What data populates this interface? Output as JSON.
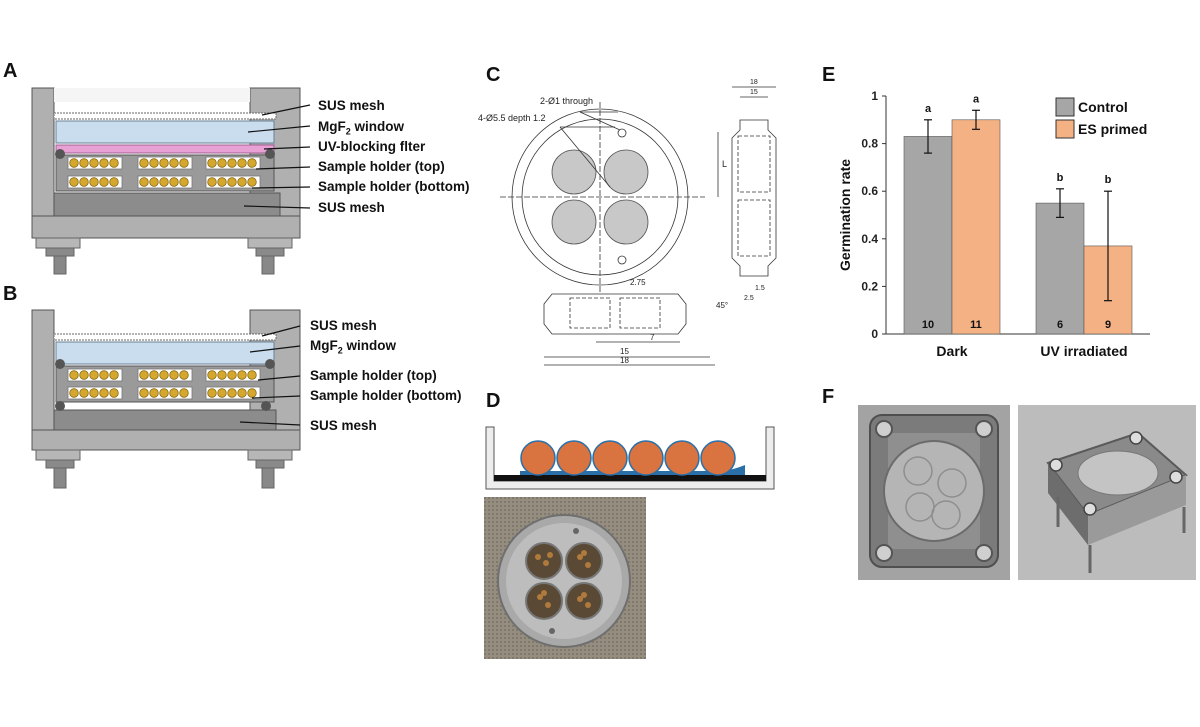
{
  "panels": {
    "a": {
      "letter": "A",
      "labels": [
        "SUS mesh",
        "MgF",
        "2",
        " window",
        "UV-blocking flter",
        "Sample holder (top)",
        "Sample holder (bottom)",
        "SUS mesh"
      ]
    },
    "b": {
      "letter": "B",
      "labels": [
        "SUS mesh",
        "MgF",
        "2",
        " window",
        "Sample holder (top)",
        "Sample holder (bottom)",
        "SUS mesh"
      ]
    },
    "c": {
      "letter": "C",
      "annotations": {
        "through": "2-Ø1 through",
        "depth": "4-Ø5.5 depth 1.2",
        "offset": "2.75",
        "angle": "45°",
        "l": "L",
        "d7": "7",
        "d15": "15",
        "d18": "18",
        "d25": "2.5",
        "d15b": "1.5",
        "top1": "15",
        "top2": "18"
      }
    },
    "d": {
      "letter": "D"
    },
    "e": {
      "letter": "E"
    },
    "f": {
      "letter": "F"
    }
  },
  "chart_data": {
    "type": "bar",
    "categories": [
      "Dark",
      "UV irradiated"
    ],
    "series": [
      {
        "name": "Control",
        "values": [
          0.83,
          0.55
        ],
        "errors": [
          0.07,
          0.06
        ],
        "n": [
          "10",
          "6"
        ],
        "sig": [
          "a",
          "b"
        ],
        "color": "#a6a6a6"
      },
      {
        "name": "ES primed",
        "values": [
          0.9,
          0.37
        ],
        "errors": [
          0.04,
          0.23
        ],
        "n": [
          "11",
          "9"
        ],
        "sig": [
          "a",
          "b"
        ],
        "color": "#f4b183"
      }
    ],
    "ylabel": "Germination rate",
    "ylim": [
      0,
      1
    ],
    "yticks": [
      "0",
      "0.2",
      "0.4",
      "0.6",
      "0.8",
      "1"
    ],
    "legend_position": "top-right"
  },
  "colors": {
    "grey_frame": "#a9a9a9",
    "window": "#c9ddef",
    "filter": "#e7a1d4",
    "seed": "#d4a82f",
    "seed_ring": "#c8702f",
    "seed_fill": "#d9733f"
  }
}
